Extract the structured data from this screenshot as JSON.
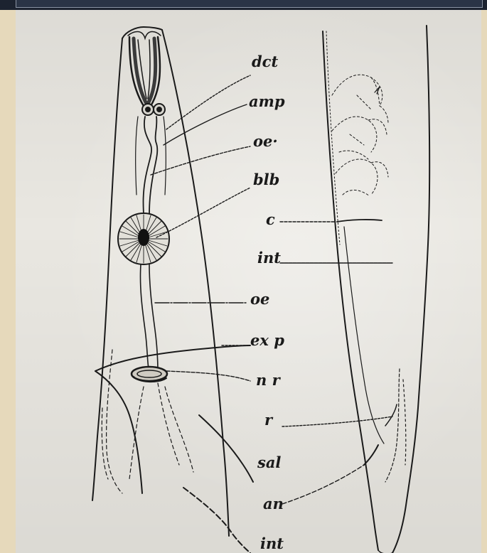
{
  "labels": {
    "dct": "dct",
    "amp": "amp",
    "oe_top": "oe·",
    "blb": "blb",
    "c": "c",
    "int_mid": "int",
    "oe_lower": "oe",
    "exp": "ex p",
    "nr": "n r",
    "r": "r",
    "sal": "sal",
    "an": "an",
    "int_bottom": "int"
  },
  "colors": {
    "ink": "#1a1a1a",
    "paper": "#e9e7e1",
    "frame": "#e6d9bb",
    "topbar": "#1c2330"
  }
}
